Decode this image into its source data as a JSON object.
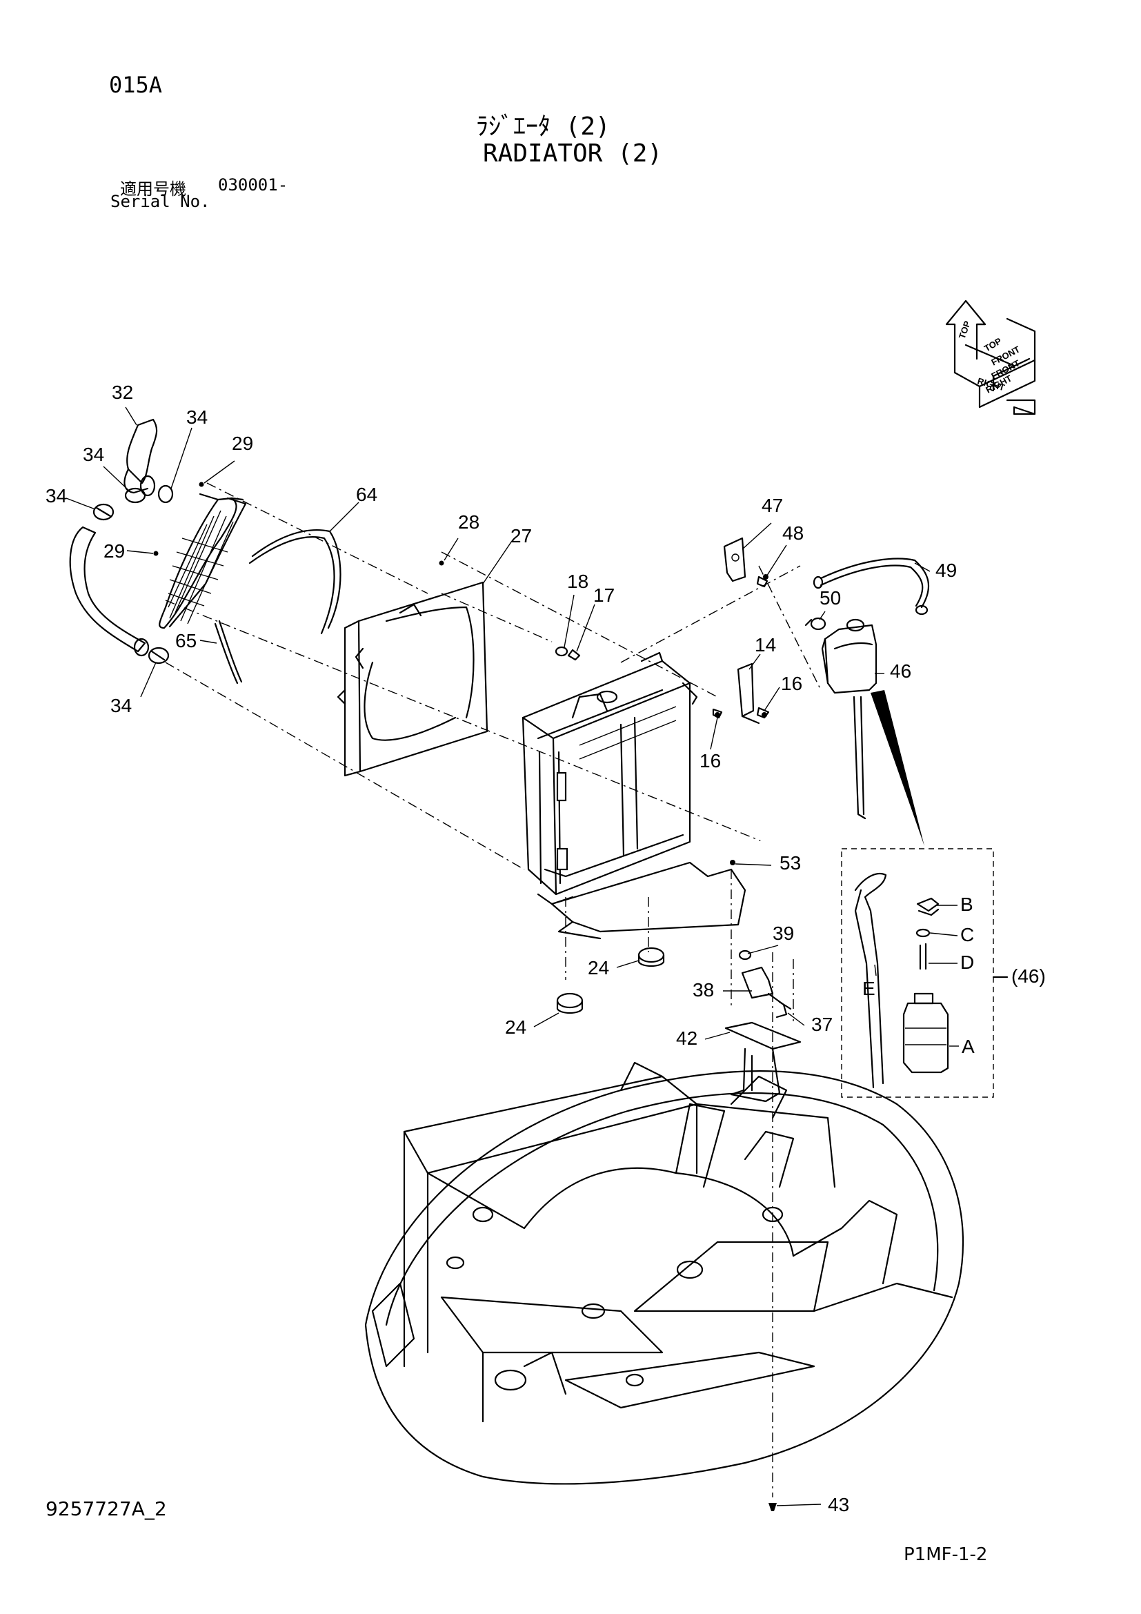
{
  "header": {
    "page_code": "015A",
    "title_ja": "ﾗｼﾞｴｰﾀ (2)",
    "title_en": "RADIATOR (2)",
    "serial_label_ja": "適用号機",
    "serial_range": "030001-",
    "serial_label_en": "Serial No."
  },
  "footer": {
    "document_id": "9257727A_2",
    "sheet_ref": "P1MF-1-2"
  },
  "orientation": {
    "top": "TOP",
    "front": "FRONT",
    "right": "RIGHT"
  },
  "detail_group": {
    "label": "(46)"
  },
  "callouts": {
    "c14": "14",
    "c16a": "16",
    "c16b": "16",
    "c17": "17",
    "c18": "18",
    "c24a": "24",
    "c24b": "24",
    "c27": "27",
    "c28": "28",
    "c29a": "29",
    "c29b": "29",
    "c32": "32",
    "c34a": "34",
    "c34b": "34",
    "c34c": "34",
    "c34d": "34",
    "c37": "37",
    "c38": "38",
    "c39": "39",
    "c42": "42",
    "c43": "43",
    "c46": "46",
    "c47": "47",
    "c48": "48",
    "c49": "49",
    "c50": "50",
    "c53": "53",
    "c64": "64",
    "c65": "65",
    "cA": "A",
    "cB": "B",
    "cC": "C",
    "cD": "D",
    "cE": "E"
  }
}
